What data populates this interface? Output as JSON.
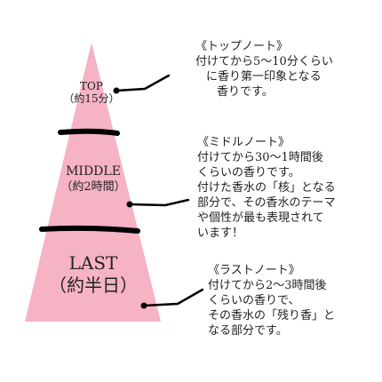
{
  "colors": {
    "pyramid": "#f6b3c4",
    "band": "#000000",
    "text": "#222222"
  },
  "tiers": {
    "top": {
      "name": "TOP",
      "duration": "（約15分）"
    },
    "middle": {
      "name": "MIDDLE",
      "duration": "（約2時間）"
    },
    "last": {
      "name": "LAST",
      "duration": "（約半日）"
    }
  },
  "notes": {
    "top": {
      "heading": "《トップノート》",
      "lines": [
        "付けてから5～10分くらい",
        "に香り第一印象となる",
        "香りです。"
      ]
    },
    "middle": {
      "heading": "《ミドルノート》",
      "lines": [
        "付けてから30～1時間後",
        "くらいの香りです。",
        "付けた香水の「核」となる",
        "部分で、その香水のテーマ",
        "や個性が最も表現されて",
        "います！"
      ]
    },
    "last": {
      "heading": "《ラストノート》",
      "lines": [
        "付けてから2～3時間後",
        "くらいの香りで、",
        "その香水の「残り香」と",
        "なる部分です。"
      ]
    }
  }
}
